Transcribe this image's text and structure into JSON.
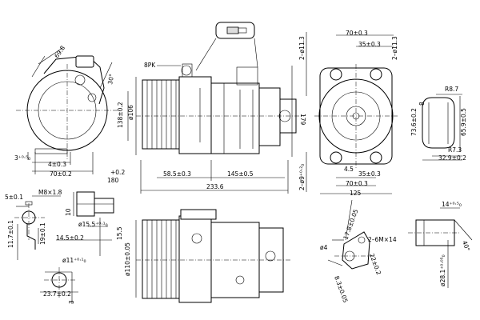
{
  "drawing": {
    "dims": {
      "d_69_8": "69.8",
      "d_4_sp": "4±0.3",
      "d_70_left": "70±0.2",
      "d_3_8": "3⁺⁰·⁵₀",
      "d_30": "30°",
      "d_8pk": "8PK",
      "d_138": "138±0.2",
      "d_106": "ø106",
      "d_58_5": "58.5±0.3",
      "d_145": "145±0.5",
      "d_233_6": "233.6",
      "d_180": "180",
      "d_plus02": "+0.2",
      "d_179": "179",
      "d_2_11_3a": "2–ø11.3",
      "d_2_11_3b": "2–ø11.3",
      "d_70_top": "70±0.3",
      "d_35_top": "35±0.3",
      "d_2_9": "2–ø9⁺⁰·²₀",
      "d_4_5": "4.5",
      "d_35_bot": "35±0.3",
      "d_70_bot": "70±0.3",
      "d_125": "125",
      "d_r8_7": "R8.7",
      "d_73_6": "73.6±0.2",
      "d_65_9": "65.9±0.5",
      "d_r7_3": "R7.3",
      "d_32_9": "32.9±0.2",
      "d_8": "8",
      "d_5": "5±0.1",
      "d_m8": "M8×1.8",
      "d_10": "10",
      "d_11_7": "11.7±0.1",
      "d_19": "19±0.1",
      "d_14_5": "14.5±0.2",
      "d_15_5": "ø15.5⁺⁰·¹₀",
      "d_11": "ø11⁺⁰·¹₀",
      "d_23_7": "23.7±0.2",
      "d_3": "3",
      "d_110": "ø110±0.05",
      "d_15": "15.5",
      "d_17_8": "17.8±0.05",
      "d_2_6m": "2–6M×14",
      "d_4": "ø4",
      "d_22": "22±0.2",
      "d_8_3": "8.3±0.05",
      "d_14": "14⁺⁰·⁵₀",
      "d_28": "ø28.1⁺⁰·⁰⁵₀",
      "d_40": "40°"
    }
  }
}
